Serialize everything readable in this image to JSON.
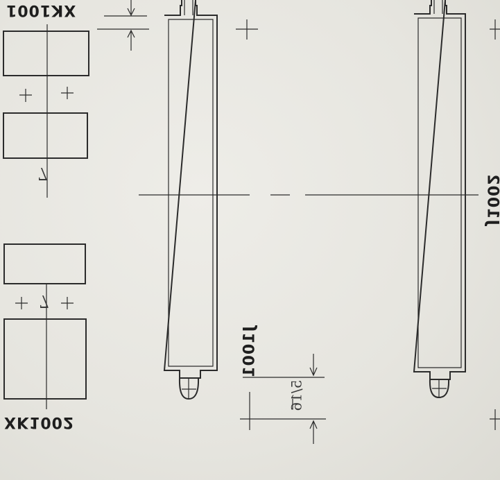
{
  "labels": {
    "xk1001": "XK1001",
    "xk1002": "XK1002",
    "j1001": "J1001",
    "j1002": "J1002",
    "dim_fraction": "5/16",
    "pin_mark_top": "7",
    "pin_mark_bottom": "7"
  },
  "ink_color": "#2b2b2b",
  "paper_color": "#e6e5df"
}
